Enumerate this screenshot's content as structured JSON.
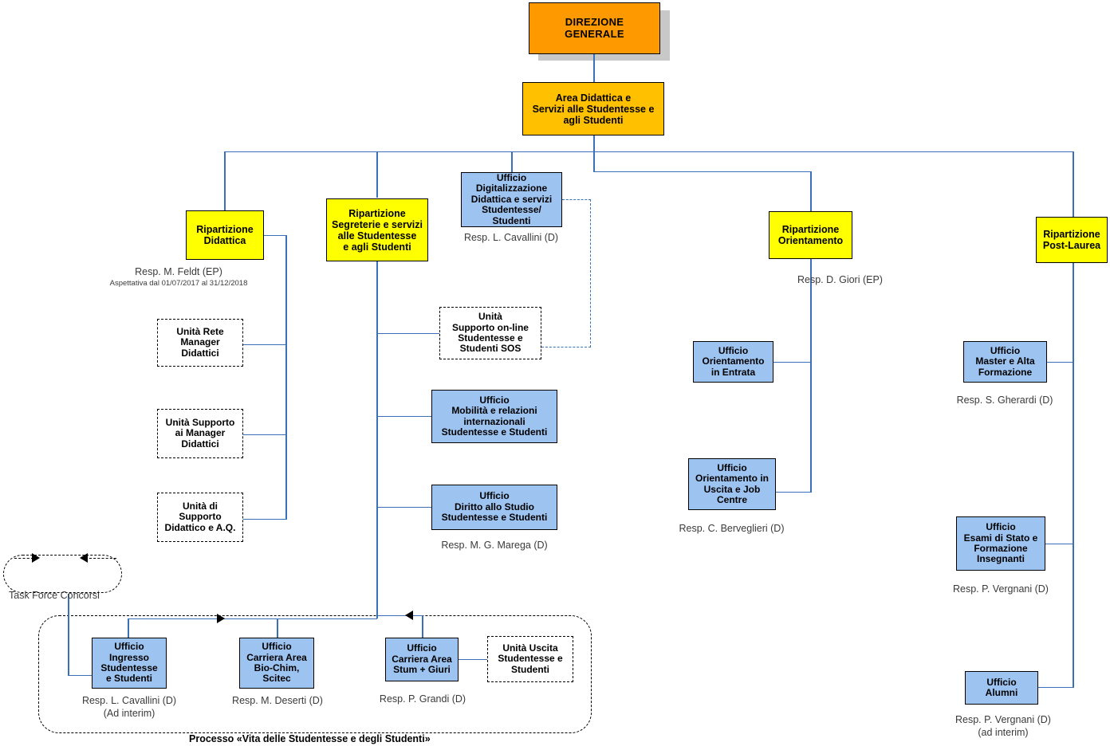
{
  "title": "Organigramma Area Didattica e Servizi alle Studentesse e agli Studenti",
  "colors": {
    "direzione_fill": "#FF9900",
    "area_fill": "#FFC000",
    "ripartizione_fill": "#FFFF00",
    "ufficio_fill": "#9DC3F0",
    "unita_fill": "#FFFFFF",
    "connector": "#3A70B8",
    "dashed_black": "#000000",
    "shadow": "#C8C8C8"
  },
  "nodes": {
    "direzione_generale": {
      "label": "DIREZIONE\nGENERALE",
      "type": "direzione"
    },
    "area_didattica": {
      "label": "Area Didattica e\nServizi alle Studentesse e\nagli Studenti",
      "type": "area"
    },
    "ripartizione_didattica": {
      "label": "Ripartizione\nDidattica",
      "type": "ripartizione",
      "caption": "Resp. M. Feldt (EP)",
      "caption_small": "Aspettativa dal 01/07/2017 al 31/12/2018"
    },
    "ripartizione_segreterie": {
      "label": "Ripartizione\nSegreterie e servizi\nalle Studentesse\ne agli Studenti",
      "type": "ripartizione"
    },
    "ripartizione_orientamento": {
      "label": "Ripartizione\nOrientamento",
      "type": "ripartizione",
      "caption": "Resp. D. Giori (EP)"
    },
    "ripartizione_post_laurea": {
      "label": "Ripartizione\nPost-Laurea",
      "type": "ripartizione"
    },
    "ufficio_digitalizzazione": {
      "label": "Ufficio\nDigitalizzazione\nDidattica e servizi\nStudentesse/\nStudenti",
      "type": "ufficio",
      "caption": "Resp. L. Cavallini (D)"
    },
    "unita_rete_manager": {
      "label": "Unità Rete\nManager\nDidattici",
      "type": "unita"
    },
    "unita_supporto_manager": {
      "label": "Unità Supporto\nai Manager\nDidattici",
      "type": "unita"
    },
    "unita_supporto_didattico": {
      "label": "Unità di\nSupporto\nDidattico e A.Q.",
      "type": "unita"
    },
    "unita_supporto_online": {
      "label": "Unità\nSupporto on-line\nStudentesse e\nStudenti SOS",
      "type": "unita"
    },
    "ufficio_mobilita": {
      "label": "Ufficio\nMobilità e relazioni\ninternazionali\nStudentesse e Studenti",
      "type": "ufficio"
    },
    "ufficio_diritto_studio": {
      "label": "Ufficio\nDiritto allo Studio\nStudentesse e Studenti",
      "type": "ufficio",
      "caption": "Resp. M. G. Marega (D)"
    },
    "ufficio_orientamento_entrata": {
      "label": "Ufficio\nOrientamento\nin Entrata",
      "type": "ufficio"
    },
    "ufficio_orientamento_uscita": {
      "label": "Ufficio\nOrientamento in\nUscita e Job\nCentre",
      "type": "ufficio",
      "caption": "Resp. C. Berveglieri (D)"
    },
    "ufficio_master": {
      "label": "Ufficio\nMaster e Alta\nFormazione",
      "type": "ufficio",
      "caption": "Resp. S. Gherardi (D)"
    },
    "ufficio_esami_stato": {
      "label": "Ufficio\nEsami di Stato e\nFormazione\nInsegnanti",
      "type": "ufficio",
      "caption": "Resp. P. Vergnani (D)"
    },
    "ufficio_alumni": {
      "label": "Ufficio\nAlumni",
      "type": "ufficio",
      "caption": "Resp. P. Vergnani (D)\n(ad interim)"
    },
    "ufficio_ingresso": {
      "label": "Ufficio\nIngresso\nStudentesse\ne Studenti",
      "type": "ufficio",
      "caption": "Resp. L. Cavallini (D)\n(Ad interim)"
    },
    "ufficio_carriera_bio": {
      "label": "Ufficio\nCarriera Area\nBio-Chim,\nScitec",
      "type": "ufficio",
      "caption": "Resp. M. Deserti (D)"
    },
    "ufficio_carriera_stum": {
      "label": "Ufficio\nCarriera Area\nStum + Giuri",
      "type": "ufficio",
      "caption": "Resp. P. Grandi (D)"
    },
    "unita_uscita": {
      "label": "Unità Uscita\nStudentesse e\nStudenti",
      "type": "unita"
    }
  },
  "groups": {
    "task_force": {
      "label": "Task Force Concorsi"
    },
    "processo": {
      "label": "Processo «Vita delle Studentesse e degli Studenti»"
    }
  }
}
